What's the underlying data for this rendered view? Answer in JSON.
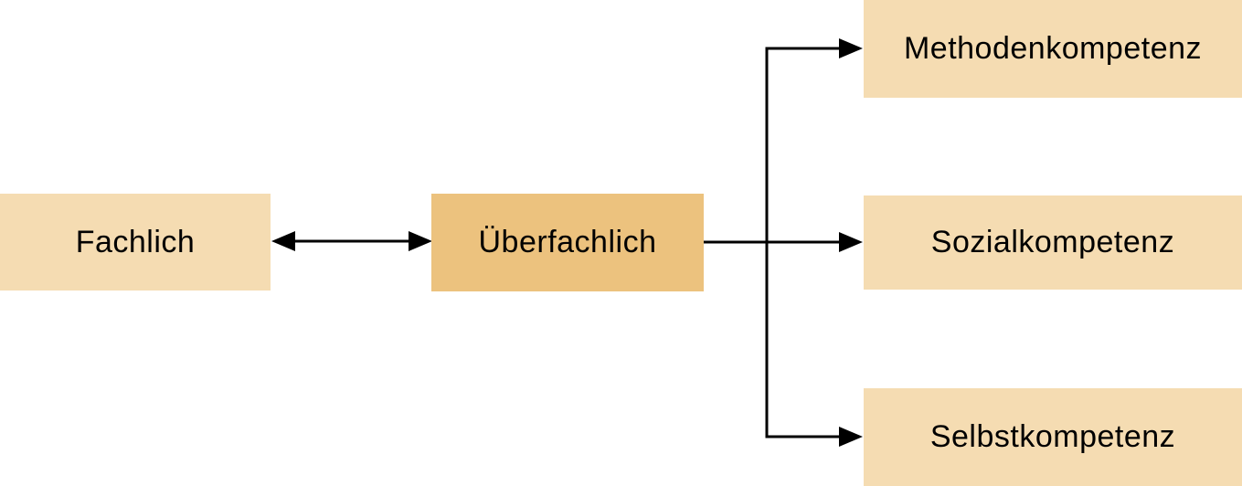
{
  "diagram": {
    "nodes": {
      "fachlich": {
        "label": "Fachlich"
      },
      "ueberfachlich": {
        "label": "Überfachlich"
      },
      "methodenkompetenz": {
        "label": "Methodenkompetenz"
      },
      "sozialkompetenz": {
        "label": "Sozialkompetenz"
      },
      "selbstkompetenz": {
        "label": "Selbstkompetenz"
      }
    },
    "edges": [
      {
        "from": "Fachlich",
        "to": "Überfachlich",
        "style": "double-headed-arrow"
      },
      {
        "from": "Überfachlich",
        "to": "Methodenkompetenz",
        "style": "arrow"
      },
      {
        "from": "Überfachlich",
        "to": "Sozialkompetenz",
        "style": "arrow"
      },
      {
        "from": "Überfachlich",
        "to": "Selbstkompetenz",
        "style": "arrow"
      }
    ],
    "colors": {
      "node_light": "#F5DCB2",
      "node_accent": "#ECC27E",
      "line": "#000000",
      "text": "#000000",
      "background": "#FFFFFF"
    }
  }
}
